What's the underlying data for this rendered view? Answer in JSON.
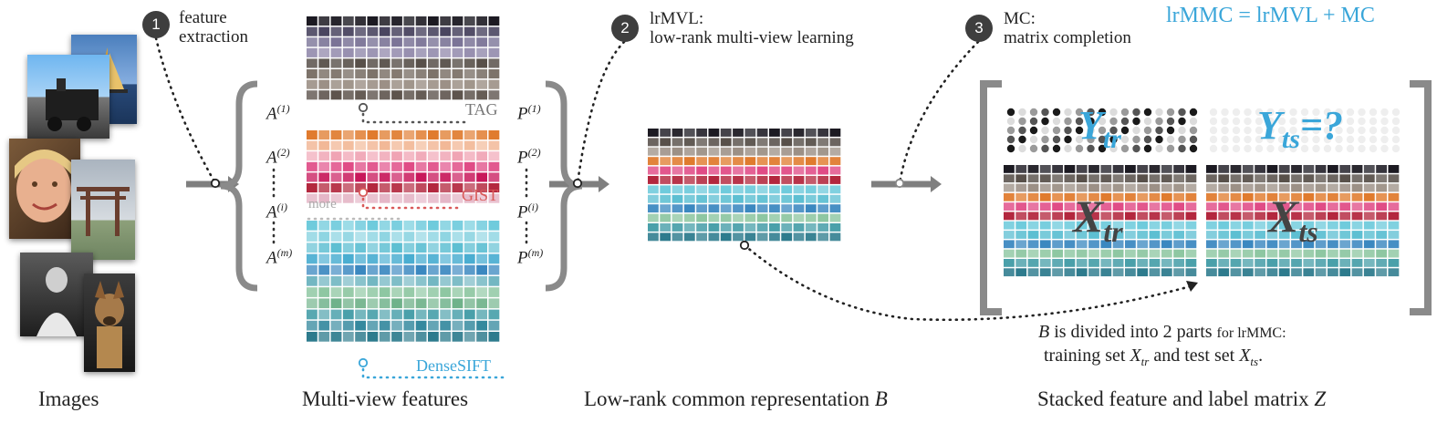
{
  "colors": {
    "accent": "#3aa6d9",
    "gist_label": "#d95a5a",
    "gray_arrow": "#7f7f7f",
    "bracket": "#8a8a8a",
    "tag_rows": [
      "#1c1a22",
      "#4a4560",
      "#7b7497",
      "#9890b0",
      "#58504a",
      "#7d736a",
      "#9c9086",
      "#5e544d"
    ],
    "gist_rows": [
      "#e07b2e",
      "#f2b897",
      "#f0a4b4",
      "#e04c86",
      "#c8175a",
      "#b3273e",
      "#e5b6c7"
    ],
    "dsift_rows": [
      "#6fcbdc",
      "#8fd5e2",
      "#5dbfd2",
      "#4aaed1",
      "#3b88c0",
      "#73b7c2",
      "#8ec7a2",
      "#6fb28a",
      "#4aa0aa",
      "#35899e",
      "#2d7b8d"
    ]
  },
  "captions": {
    "images": "Images",
    "multiview": "Multi-view features",
    "lowrank_text": "Low-rank common representation",
    "lowrank_sym": "B",
    "stacked_text": "Stacked feature and label matrix",
    "stacked_sym": "Z"
  },
  "steps": [
    {
      "num": "1",
      "line1": "feature",
      "line2": "extraction"
    },
    {
      "num": "2",
      "line1": "lrMVL:",
      "line2": "low-rank multi-view learning"
    },
    {
      "num": "3",
      "line1": "MC:",
      "line2": "matrix completion"
    }
  ],
  "formula": "lrMMC = lrMVL + MC",
  "views": {
    "tag": "TAG",
    "gist": "GIST",
    "dsift": "DenseSIFT",
    "more": "more"
  },
  "proj_a": {
    "base": "A",
    "sup": [
      "(1)",
      "(2)",
      "(i)",
      "(m)"
    ]
  },
  "proj_p": {
    "base": "P",
    "sup": [
      "(1)",
      "(2)",
      "(i)",
      "(m)"
    ]
  },
  "matrix_labels": {
    "ytr": {
      "base": "Y",
      "sub": "tr"
    },
    "yts": {
      "base": "Y",
      "sub": "ts",
      "suffix": "=?"
    },
    "xtr": {
      "base": "X",
      "sub": "tr"
    },
    "xts": {
      "base": "X",
      "sub": "ts"
    }
  },
  "note": {
    "sym": "B",
    "l1a": " is divided into 2 parts ",
    "l1b": "for lrMMC:",
    "l2a": "training set ",
    "l2_x1": "X",
    "l2_s1": "tr",
    "l2b": " and test set ",
    "l2_x2": "X",
    "l2_s2": "ts",
    "l2c": "."
  }
}
